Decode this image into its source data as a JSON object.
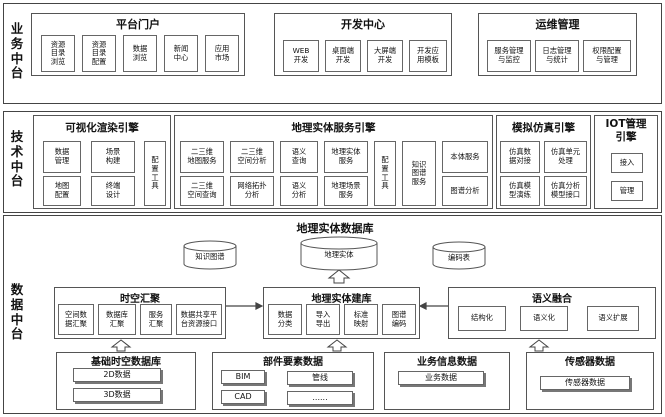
{
  "layers": {
    "business": {
      "label": "业务\n中台",
      "sections": [
        {
          "title": "平台门户",
          "boxes": [
            "资源\n目录\n浏览",
            "资源\n目录\n配置",
            "数据\n浏览",
            "新闻\n中心",
            "应用\n市场"
          ]
        },
        {
          "title": "开发中心",
          "boxes": [
            "WEB\n开发",
            "桌面端\n开发",
            "大屏端\n开发",
            "开发应\n用模板"
          ]
        },
        {
          "title": "运维管理",
          "boxes": [
            "服务管理\n与监控",
            "日志管理\n与统计",
            "权限配置\n与管理"
          ]
        }
      ]
    },
    "technical": {
      "label": "技术\n中台",
      "visual_engine": {
        "title": "可视化渲染引擎",
        "boxes": [
          "数据\n管理",
          "场景\n构建",
          "地图\n配置",
          "终端\n设计"
        ],
        "tool": "配\n置\n工\n具"
      },
      "entity_engine": {
        "title": "地理实体服务引擎",
        "boxes": [
          "二三维\n地图服务",
          "二三维\n空间分析",
          "语义\n查询",
          "地理实体\n服务",
          "二三维\n空间查询",
          "网络拓扑\n分析",
          "语义\n分析",
          "地理场景\n服务"
        ],
        "tool": "配\n置\n工\n具",
        "kg_service": "知识\n图谱\n服务",
        "ontology": [
          "本体服务",
          "图谱分析"
        ]
      },
      "simulation_engine": {
        "title": "模拟仿真引擎",
        "boxes": [
          "仿真数\n据对接",
          "仿真单元\n处理",
          "仿真模\n型演练",
          "仿真分析\n模型接口"
        ]
      },
      "iot_engine": {
        "title": "IOT管理\n引擎",
        "boxes": [
          "接入",
          "管理"
        ]
      }
    },
    "data": {
      "label": "数据\n中台",
      "database": {
        "title": "地理实体数据库",
        "cylinders": [
          "知识图谱",
          "地理实体",
          "编码表"
        ]
      },
      "spatiotemporal": {
        "title": "时空汇聚",
        "boxes": [
          "空间数\n据汇聚",
          "数据库\n汇聚",
          "服务\n汇聚",
          "数据共享平\n台资源接口"
        ]
      },
      "entity_build": {
        "title": "地理实体建库",
        "boxes": [
          "数据\n分类",
          "导入\n导出",
          "标准\n映射",
          "图谱\n编码"
        ]
      },
      "semantic": {
        "title": "语义融合",
        "boxes": [
          "结构化",
          "语义化",
          "语义扩展"
        ]
      },
      "sources": [
        {
          "title": "基础时空数据库",
          "items": [
            "2D数据",
            "3D数据"
          ]
        },
        {
          "title": "部件要素数据",
          "items": [
            "BIM",
            "CAD",
            "管线",
            "......"
          ]
        },
        {
          "title": "业务信息数据",
          "items": [
            "业务数据"
          ]
        },
        {
          "title": "传感器数据",
          "items": [
            "传感器数据"
          ]
        }
      ]
    }
  }
}
